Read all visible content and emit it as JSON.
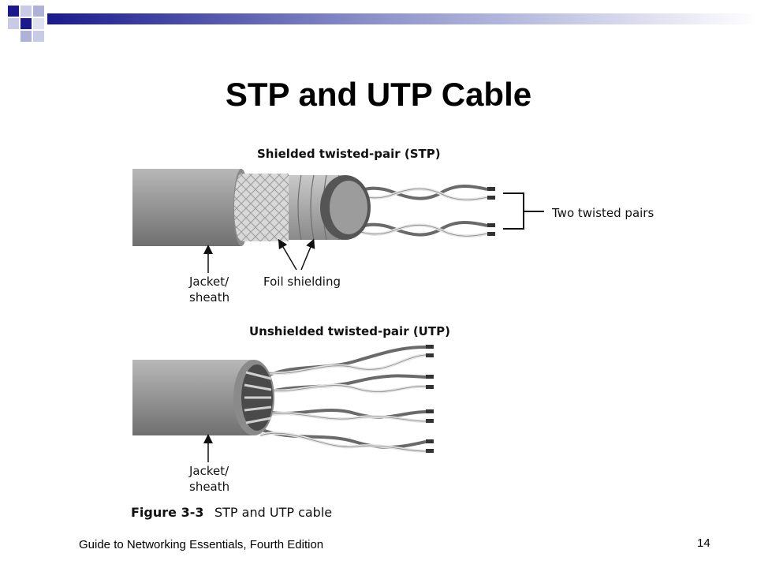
{
  "slide": {
    "title": "STP and UTP Cable",
    "footer_text": "Guide to Networking Essentials, Fourth Edition",
    "slide_number": "14"
  },
  "theme": {
    "accent_dark": "#1a1a8c",
    "accent_light": "#aeb2d8",
    "jacket_gray": "#9a9a9a",
    "wire_dark": "#6a6a6a",
    "wire_light": "#e4e4e4"
  },
  "figure": {
    "stp": {
      "heading": "Shielded twisted-pair (STP)",
      "label_jacket_line1": "Jacket/",
      "label_jacket_line2": "sheath",
      "label_foil": "Foil shielding",
      "label_pairs": "Two twisted pairs"
    },
    "utp": {
      "heading": "Unshielded twisted-pair (UTP)",
      "label_jacket_line1": "Jacket/",
      "label_jacket_line2": "sheath"
    },
    "caption_number": "Figure 3-3",
    "caption_text": "STP and UTP cable"
  }
}
